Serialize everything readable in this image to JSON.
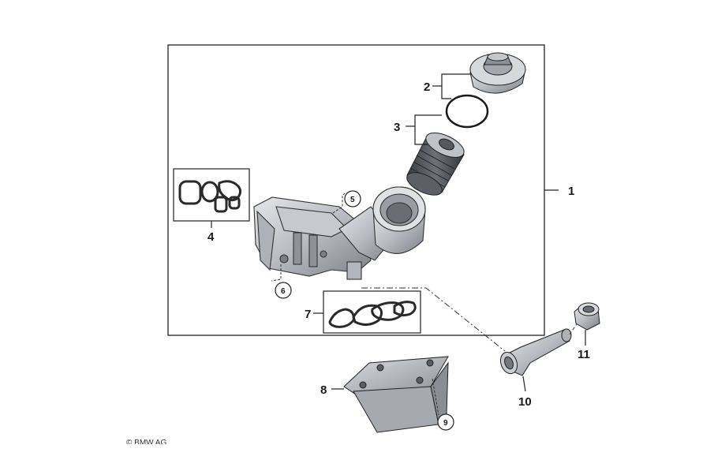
{
  "diagram": {
    "callouts": {
      "c1": "1",
      "c2": "2",
      "c3": "3",
      "c4": "4",
      "c5": "5",
      "c6": "6",
      "c7": "7",
      "c8": "8",
      "c9": "9",
      "c10": "10",
      "c11": "11"
    },
    "copyright": "© BMW AG",
    "colors": {
      "line": "#1a1a1a",
      "part_light": "#d2d4d8",
      "part_mid": "#9ea2a8",
      "part_dark": "#55595f"
    }
  }
}
